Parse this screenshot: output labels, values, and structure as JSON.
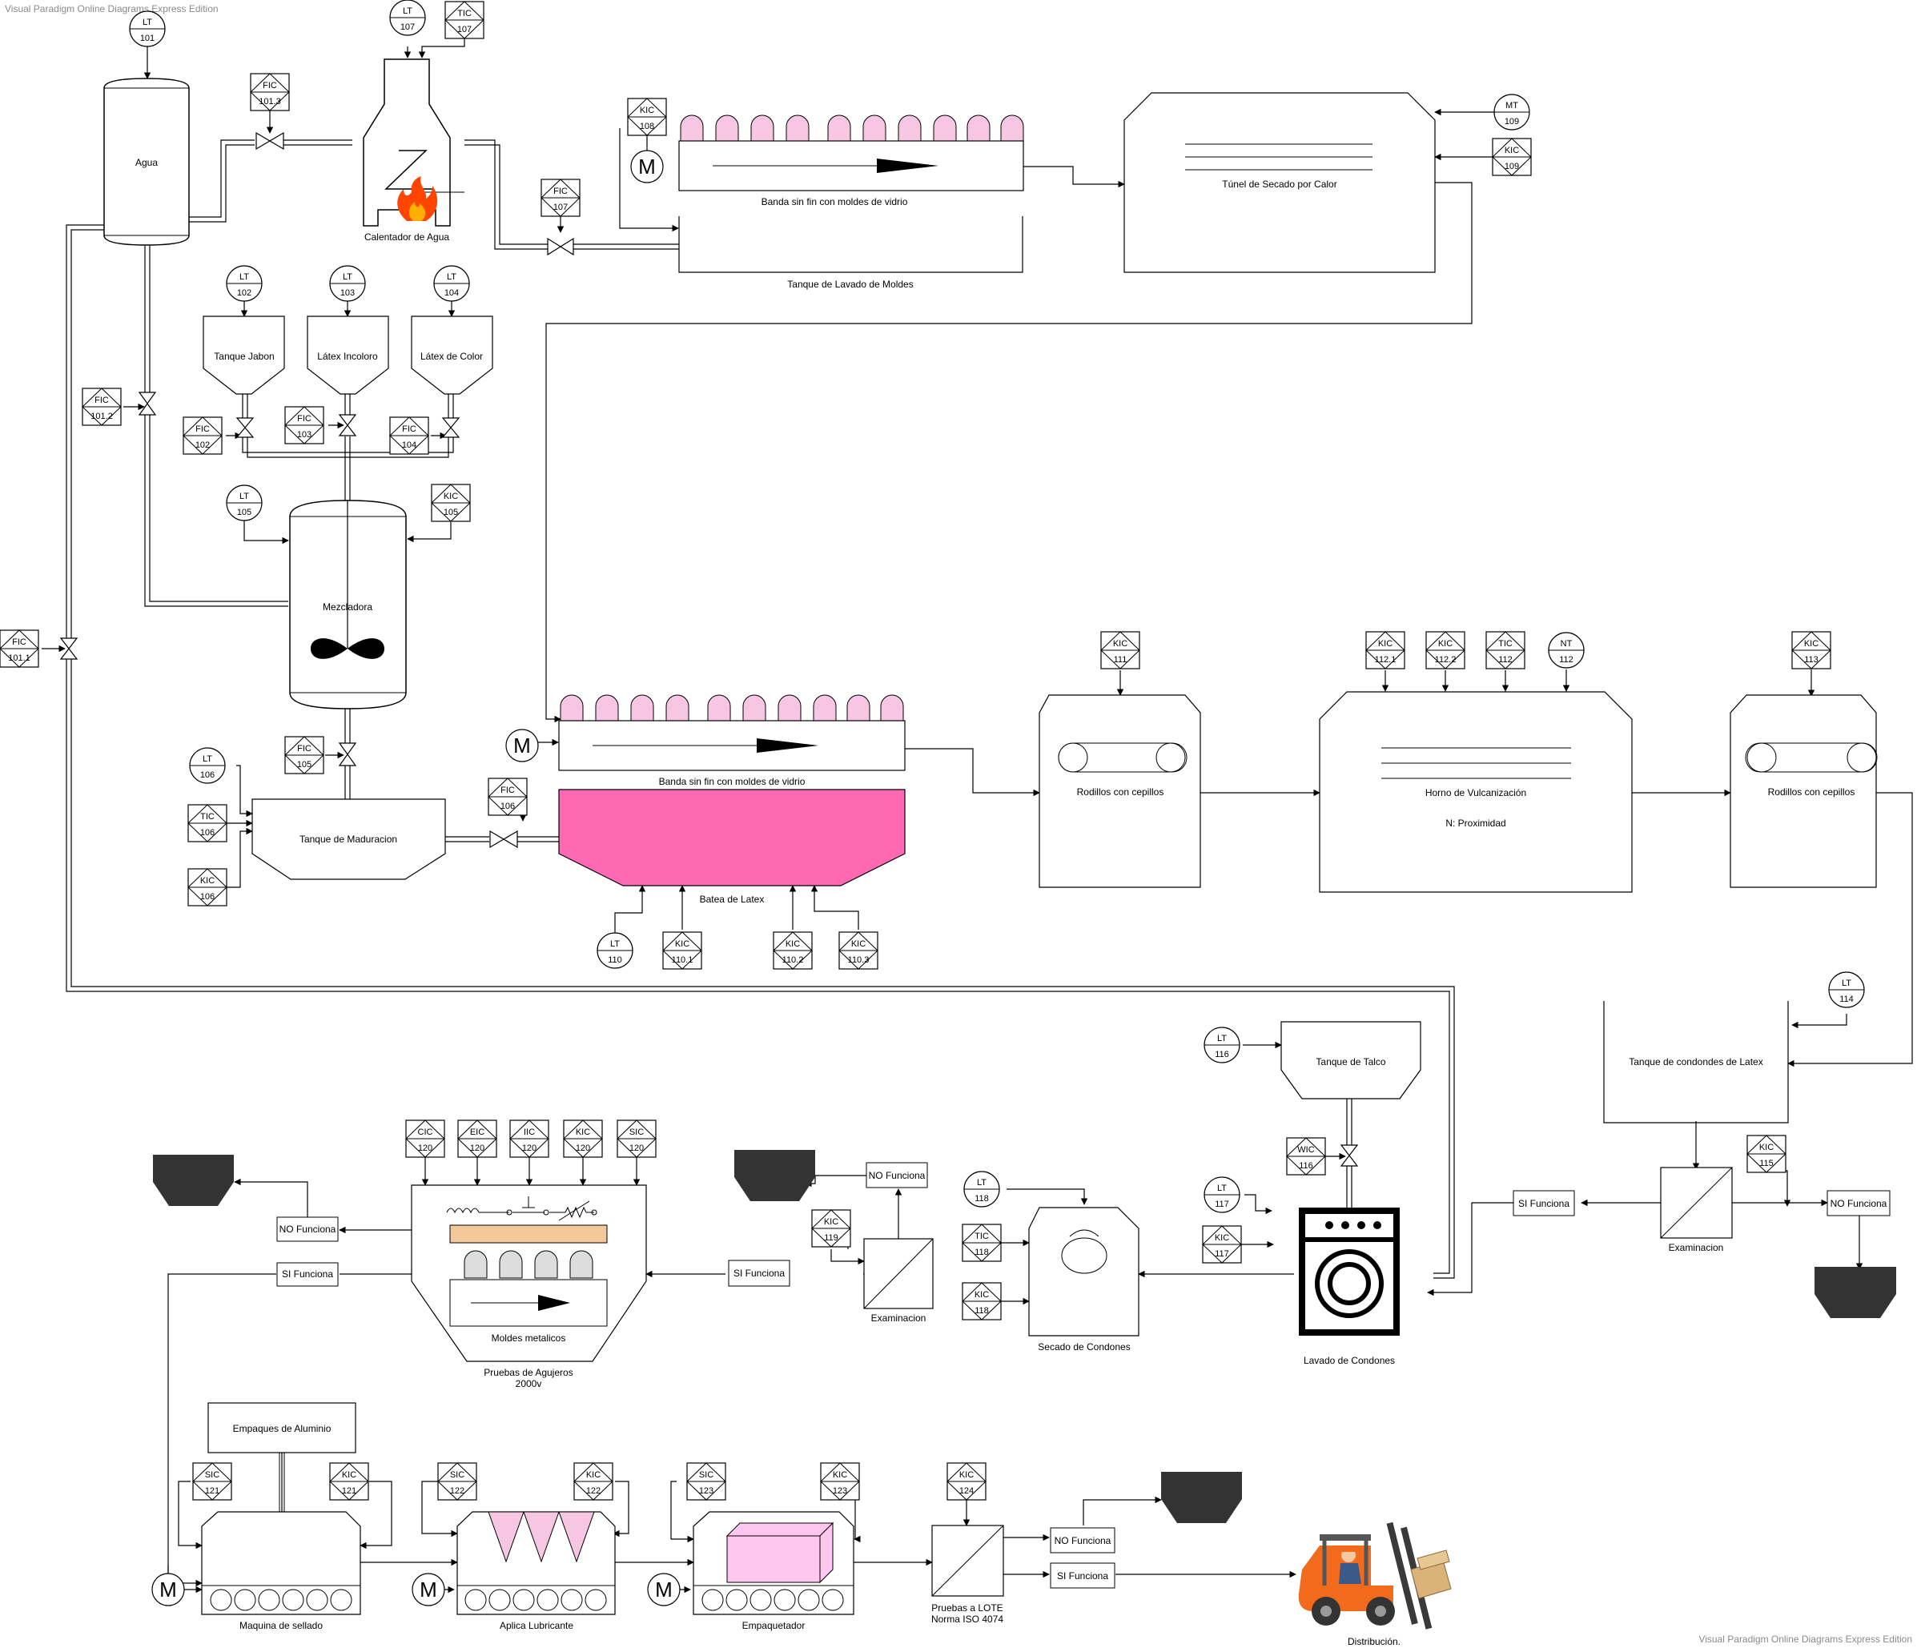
{
  "watermark": "Visual Paradigm Online Diagrams Express Edition",
  "colors": {
    "pink": "#FF69B4",
    "light_pink": "#F7C6E2",
    "box_pink": "#FFC6F0",
    "tan": "#F5C89A",
    "dark": "#333333"
  },
  "text": {
    "agua": "Agua",
    "calentador": "Calentador de Agua",
    "banda": "Banda sin fin con moldes de vidrio",
    "tanque_lavado": "Tanque de Lavado de Moldes",
    "tunel": "Túnel de Secado por Calor",
    "tanque_jabon": "Tanque Jabon",
    "latex_incoloro": "Látex Incoloro",
    "latex_color": "Látex de Color",
    "mezcladora": "Mezcladora",
    "tanque_maduracion": "Tanque de Maduracion",
    "batea": "Batea de Latex",
    "rodillos": "Rodillos con cepillos",
    "horno": "Horno de Vulcanización",
    "proximidad": "N: Proximidad",
    "tanque_condones": "Tanque de condondes de Latex",
    "tanque_talco": "Tanque de Talco",
    "lavado_condones": "Lavado de Condones",
    "secado_condones": "Secado de Condones",
    "examinacion": "Examinacion",
    "si": "SI Funciona",
    "no": "NO Funciona",
    "moldes_metalicos": "Moldes metalicos",
    "pruebas_agujeros_1": "Pruebas de Agujeros",
    "pruebas_agujeros_2": "2000v",
    "empaques_aluminio": "Empaques de Aluminio",
    "maquina_sellado": "Maquina de sellado",
    "aplica_lubricante": "Aplica Lubricante",
    "empaquetador": "Empaquetador",
    "pruebas_lote_1": "Pruebas a LOTE",
    "pruebas_lote_2": "Norma ISO 4074",
    "distribucion": "Distribución.",
    "motor": "M"
  },
  "instruments": {
    "circle": [
      {
        "id": "lt-101",
        "tag": "LT",
        "num": "101"
      },
      {
        "id": "lt-107",
        "tag": "LT",
        "num": "107"
      },
      {
        "id": "mt-109",
        "tag": "MT",
        "num": "109"
      },
      {
        "id": "lt-102",
        "tag": "LT",
        "num": "102"
      },
      {
        "id": "lt-103",
        "tag": "LT",
        "num": "103"
      },
      {
        "id": "lt-104",
        "tag": "LT",
        "num": "104"
      },
      {
        "id": "lt-105",
        "tag": "LT",
        "num": "105"
      },
      {
        "id": "lt-106",
        "tag": "LT",
        "num": "106"
      },
      {
        "id": "lt-110",
        "tag": "LT",
        "num": "110"
      },
      {
        "id": "nt-112",
        "tag": "NT",
        "num": "112"
      },
      {
        "id": "lt-114",
        "tag": "LT",
        "num": "114"
      },
      {
        "id": "lt-116",
        "tag": "LT",
        "num": "116"
      },
      {
        "id": "lt-117",
        "tag": "LT",
        "num": "117"
      },
      {
        "id": "lt-118",
        "tag": "LT",
        "num": "118"
      }
    ],
    "diamond": [
      {
        "id": "tic-107",
        "tag": "TIC",
        "num": "107"
      },
      {
        "id": "fic-1013",
        "tag": "FIC",
        "num": "101.3"
      },
      {
        "id": "kic-108",
        "tag": "KIC",
        "num": "108"
      },
      {
        "id": "fic-107",
        "tag": "FIC",
        "num": "107"
      },
      {
        "id": "kic-109",
        "tag": "KIC",
        "num": "109"
      },
      {
        "id": "fic-1012",
        "tag": "FIC",
        "num": "101.2"
      },
      {
        "id": "fic-102",
        "tag": "FIC",
        "num": "102"
      },
      {
        "id": "fic-103",
        "tag": "FIC",
        "num": "103"
      },
      {
        "id": "fic-104",
        "tag": "FIC",
        "num": "104"
      },
      {
        "id": "kic-105",
        "tag": "KIC",
        "num": "105"
      },
      {
        "id": "fic-1011",
        "tag": "FIC",
        "num": "101.1"
      },
      {
        "id": "fic-105",
        "tag": "FIC",
        "num": "105"
      },
      {
        "id": "fic-106",
        "tag": "FIC",
        "num": "106"
      },
      {
        "id": "tic-106",
        "tag": "TIC",
        "num": "106"
      },
      {
        "id": "kic-106",
        "tag": "KIC",
        "num": "106"
      },
      {
        "id": "kic-1101",
        "tag": "KIC",
        "num": "110.1"
      },
      {
        "id": "kic-1102",
        "tag": "KIC",
        "num": "110.2"
      },
      {
        "id": "kic-1103",
        "tag": "KIC",
        "num": "110.3"
      },
      {
        "id": "kic-111",
        "tag": "KIC",
        "num": "111"
      },
      {
        "id": "kic-1121",
        "tag": "KIC",
        "num": "112.1"
      },
      {
        "id": "kic-1122",
        "tag": "KIC",
        "num": "112.2"
      },
      {
        "id": "tic-112",
        "tag": "TIC",
        "num": "112"
      },
      {
        "id": "kic-113",
        "tag": "KIC",
        "num": "113"
      },
      {
        "id": "kic-115",
        "tag": "KIC",
        "num": "115"
      },
      {
        "id": "wic-116",
        "tag": "WIC",
        "num": "116"
      },
      {
        "id": "kic-117",
        "tag": "KIC",
        "num": "117"
      },
      {
        "id": "tic-118",
        "tag": "TIC",
        "num": "118"
      },
      {
        "id": "kic-118",
        "tag": "KIC",
        "num": "118"
      },
      {
        "id": "kic-119",
        "tag": "KIC",
        "num": "119"
      },
      {
        "id": "cic-120",
        "tag": "CIC",
        "num": "120"
      },
      {
        "id": "eic-120",
        "tag": "EIC",
        "num": "120"
      },
      {
        "id": "iic-120",
        "tag": "IIC",
        "num": "120"
      },
      {
        "id": "kic-120",
        "tag": "KIC",
        "num": "120"
      },
      {
        "id": "sic-120",
        "tag": "SIC",
        "num": "120"
      },
      {
        "id": "sic-121",
        "tag": "SIC",
        "num": "121"
      },
      {
        "id": "kic-121",
        "tag": "KIC",
        "num": "121"
      },
      {
        "id": "sic-122",
        "tag": "SIC",
        "num": "122"
      },
      {
        "id": "kic-122",
        "tag": "KIC",
        "num": "122"
      },
      {
        "id": "sic-123",
        "tag": "SIC",
        "num": "123"
      },
      {
        "id": "kic-123",
        "tag": "KIC",
        "num": "123"
      },
      {
        "id": "kic-124",
        "tag": "KIC",
        "num": "124"
      }
    ]
  }
}
